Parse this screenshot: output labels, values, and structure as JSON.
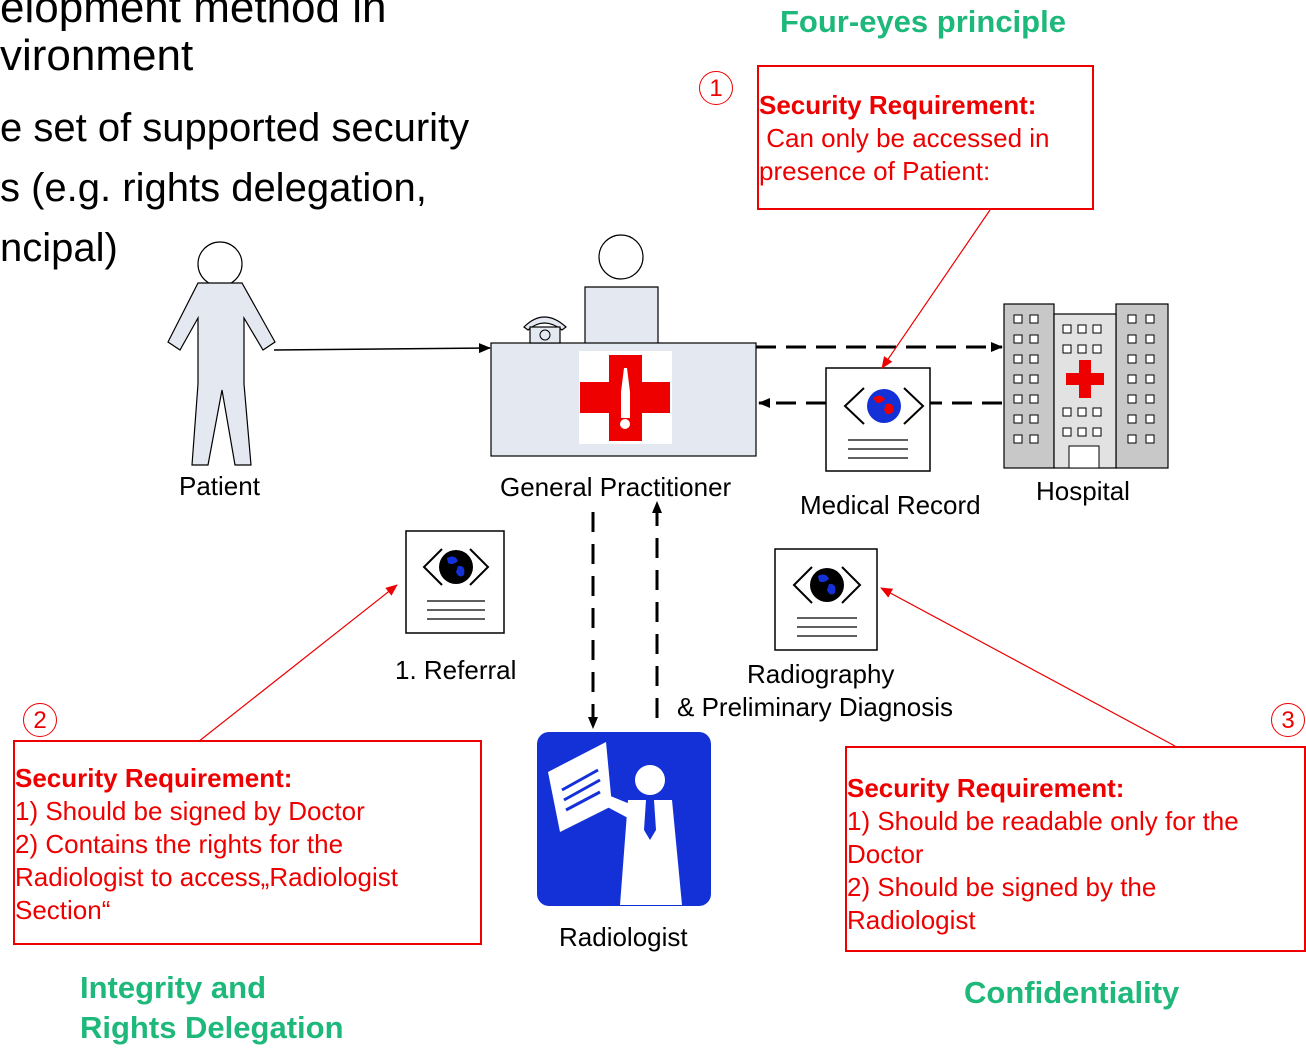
{
  "slide": {
    "title_line1": "elopment method in",
    "title_line2": "vironment",
    "bullet_line1": "e set of supported security",
    "bullet_line2": "s (e.g. rights delegation,",
    "bullet_line3": "ncipal)"
  },
  "actors": {
    "patient": "Patient",
    "general_practitioner": "General Practitioner",
    "hospital": "Hospital",
    "radiologist": "Radiologist"
  },
  "documents": {
    "medical_record": "Medical Record",
    "referral": "1. Referral",
    "radiography_line1": "Radiography",
    "radiography_line2": "& Preliminary Diagnosis"
  },
  "categories": {
    "four_eyes": "Four-eyes principle",
    "integrity_line1": "Integrity and",
    "integrity_line2": "Rights Delegation",
    "confidentiality": "Confidentiality"
  },
  "requirements": [
    {
      "number": "1",
      "heading": "Security Requirement:",
      "lines": [
        " Can only be accessed in",
        "presence of Patient:"
      ]
    },
    {
      "number": "2",
      "heading": "Security Requirement:",
      "lines": [
        "1) Should be signed by Doctor",
        "2) Contains the rights for the",
        "Radiologist to access„Radiologist",
        "Section“"
      ]
    },
    {
      "number": "3",
      "heading": "Security Requirement:",
      "lines": [
        "1) Should be readable only for the",
        "Doctor",
        "2) Should be signed by the",
        "Radiologist"
      ]
    }
  ],
  "colors": {
    "requirement_red": "#ee0000",
    "category_green": "#1db87a",
    "radiologist_blue": "#1431d8",
    "figure_fill": "#e4e8f0"
  }
}
